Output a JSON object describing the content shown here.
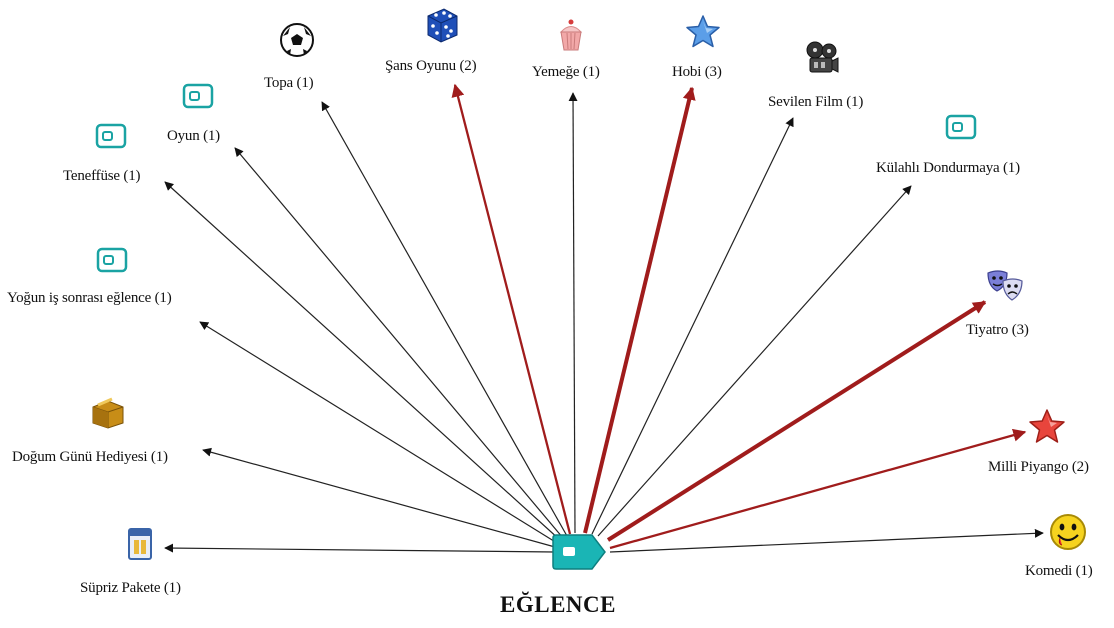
{
  "center": {
    "label": "EĞLENCE",
    "icon": "tag-icon"
  },
  "nodes": [
    {
      "id": "supriz-pakete",
      "label": "Süpriz Pakete (1)",
      "count": 1,
      "icon": "package-icon"
    },
    {
      "id": "dogum-gunu",
      "label": "Doğum Günü Hediyesi (1)",
      "count": 1,
      "icon": "gift-box-icon"
    },
    {
      "id": "yogun-is",
      "label": "Yoğun iş sonrası eğlence (1)",
      "count": 1,
      "icon": "tag-icon"
    },
    {
      "id": "teneffuse",
      "label": "Teneffüse (1)",
      "count": 1,
      "icon": "tag-icon"
    },
    {
      "id": "oyun",
      "label": "Oyun (1)",
      "count": 1,
      "icon": "tag-icon"
    },
    {
      "id": "topa",
      "label": "Topa (1)",
      "count": 1,
      "icon": "soccer-ball-icon"
    },
    {
      "id": "sans-oyunu",
      "label": "Şans Oyunu (2)",
      "count": 2,
      "icon": "dice-icon"
    },
    {
      "id": "yemege",
      "label": "Yemeğe (1)",
      "count": 1,
      "icon": "cupcake-icon"
    },
    {
      "id": "hobi",
      "label": "Hobi (3)",
      "count": 3,
      "icon": "blue-star-icon"
    },
    {
      "id": "sevilen-film",
      "label": "Sevilen Film (1)",
      "count": 1,
      "icon": "film-reel-icon"
    },
    {
      "id": "kulahli",
      "label": "Külahlı Dondurmaya (1)",
      "count": 1,
      "icon": "tag-icon"
    },
    {
      "id": "tiyatro",
      "label": "Tiyatro (3)",
      "count": 3,
      "icon": "theater-masks-icon"
    },
    {
      "id": "milli-piyango",
      "label": "Milli Piyango (2)",
      "count": 2,
      "icon": "red-star-icon"
    },
    {
      "id": "komedi",
      "label": "Komedi (1)",
      "count": 1,
      "icon": "smiley-icon"
    }
  ],
  "colors": {
    "strong_edge": "#a01c1c",
    "normal_edge": "#222222",
    "tag_icon": "#1aa3a3"
  }
}
